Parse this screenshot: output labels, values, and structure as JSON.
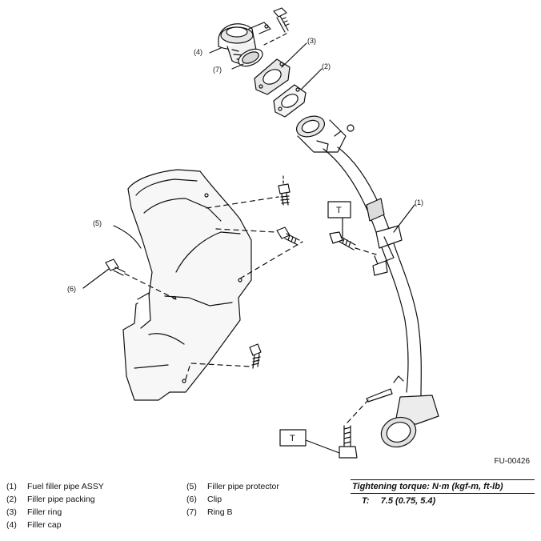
{
  "callouts": {
    "c1": "(1)",
    "c2": "(2)",
    "c3": "(3)",
    "c4": "(4)",
    "c5": "(5)",
    "c6": "(6)",
    "c7": "(7)"
  },
  "torque_marker": "T",
  "figure_id": "FU-00426",
  "legend": [
    {
      "num": "(1)",
      "label": "Fuel filler pipe ASSY"
    },
    {
      "num": "(2)",
      "label": "Filler pipe packing"
    },
    {
      "num": "(3)",
      "label": "Filler ring"
    },
    {
      "num": "(4)",
      "label": "Filler cap"
    },
    {
      "num": "(5)",
      "label": "Filler pipe protector"
    },
    {
      "num": "(6)",
      "label": "Clip"
    },
    {
      "num": "(7)",
      "label": "Ring B"
    }
  ],
  "torque": {
    "heading": "Tightening torque: N·m (kgf-m, ft-lb)",
    "symbol": "T:",
    "value": "7.5 (0.75, 5.4)"
  }
}
